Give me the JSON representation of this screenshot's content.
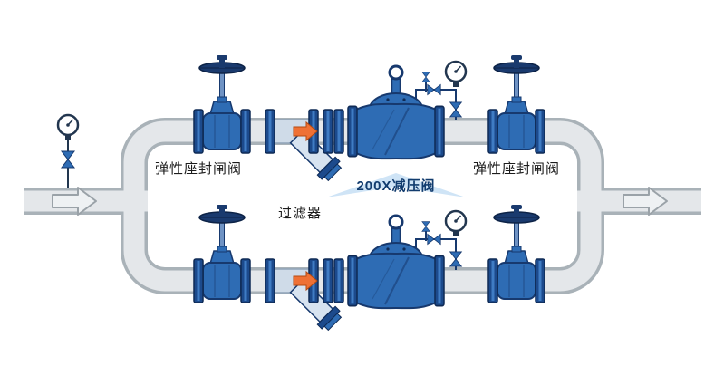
{
  "diagram": {
    "labels": {
      "left_gate_valve": "弹性座封闸阀",
      "right_gate_valve": "弹性座封闸阀",
      "filter": "过滤器",
      "pressure_reducing_valve": "200X减压阀"
    },
    "colors": {
      "valve_blue": "#2e6cb4",
      "valve_dark_blue": "#17396e",
      "flange_blue": "#1c4a8c",
      "pipe_fill_gray": "#e4e7ea",
      "pipe_outline_gray": "#a9b2b8",
      "flow_arrow_orange": "#ef7135",
      "banner_light_blue": "#cfe4f6",
      "handwheel_navy": "#1a3a6e"
    }
  }
}
